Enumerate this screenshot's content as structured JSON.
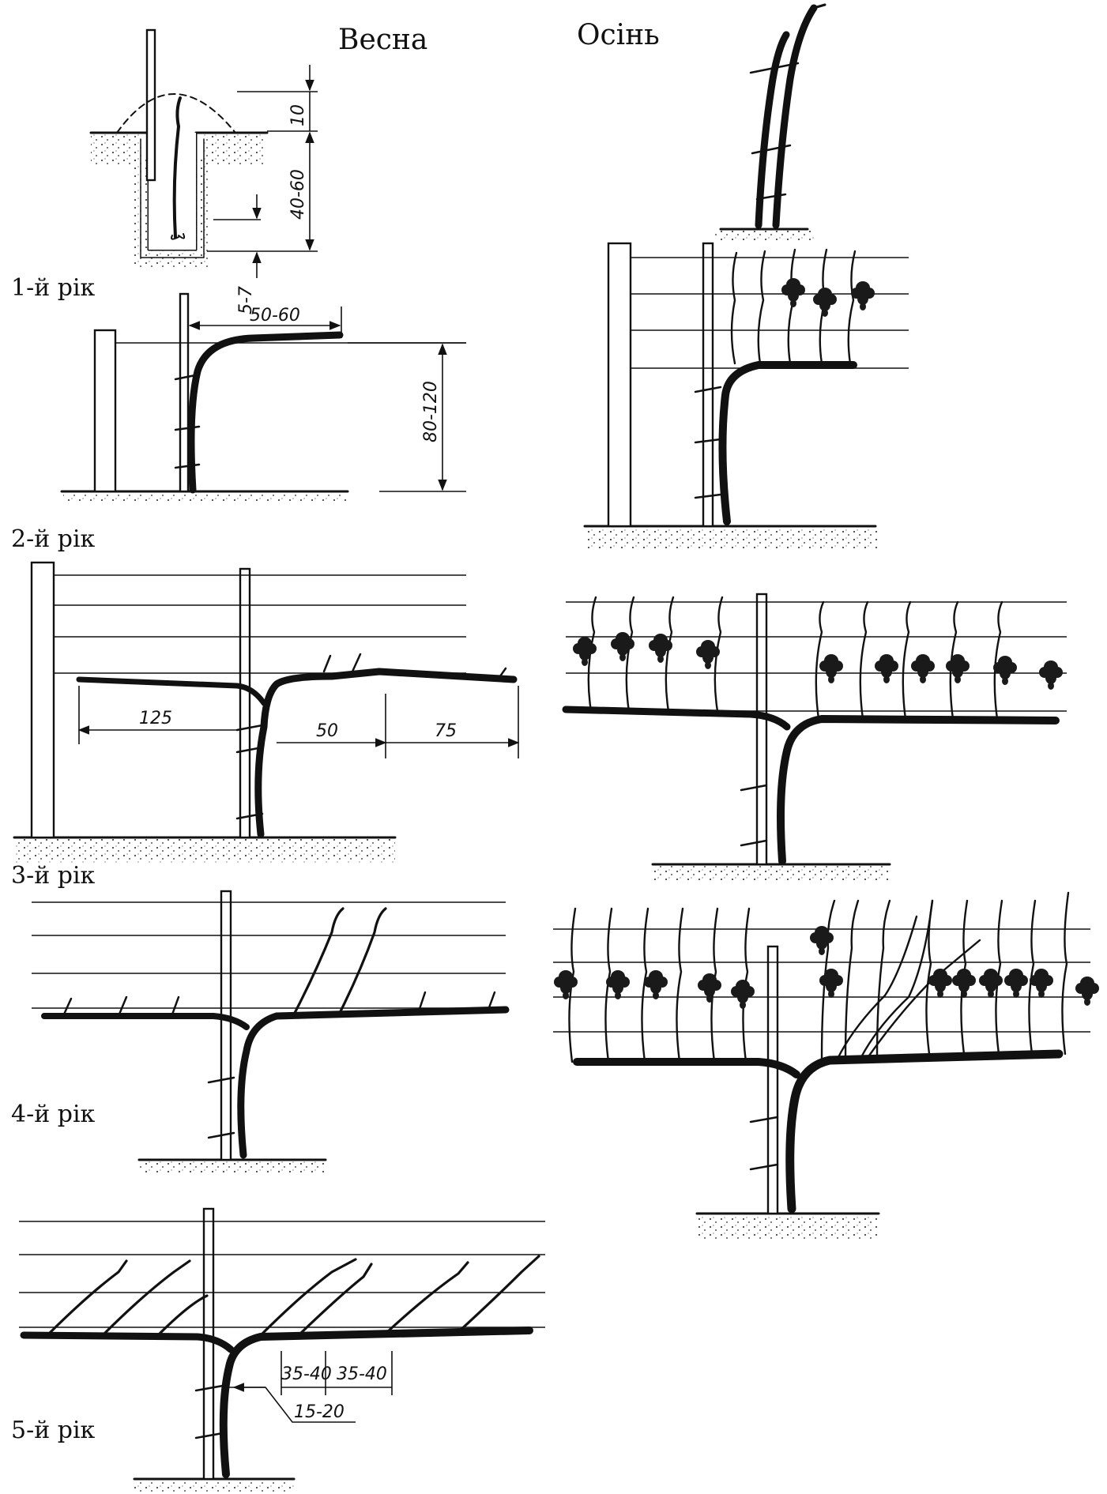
{
  "headings": {
    "spring": "Весна",
    "autumn": "Осінь"
  },
  "years": {
    "y1": "1-й  рік",
    "y2": "2-й  рік",
    "y3": "3-й  рік",
    "y4": "4-й  рік",
    "y5": "5-й  рік"
  },
  "dimensions": {
    "d_10": "10",
    "d_40_60": "40-60",
    "d_5_7": "5-7",
    "d_50_60": "50-60",
    "d_80_120": "80-120",
    "d_125": "125",
    "d_50": "50",
    "d_75": "75",
    "d_35_40_a": "35-40",
    "d_35_40_b": "35-40",
    "d_15_20": "15-20"
  }
}
